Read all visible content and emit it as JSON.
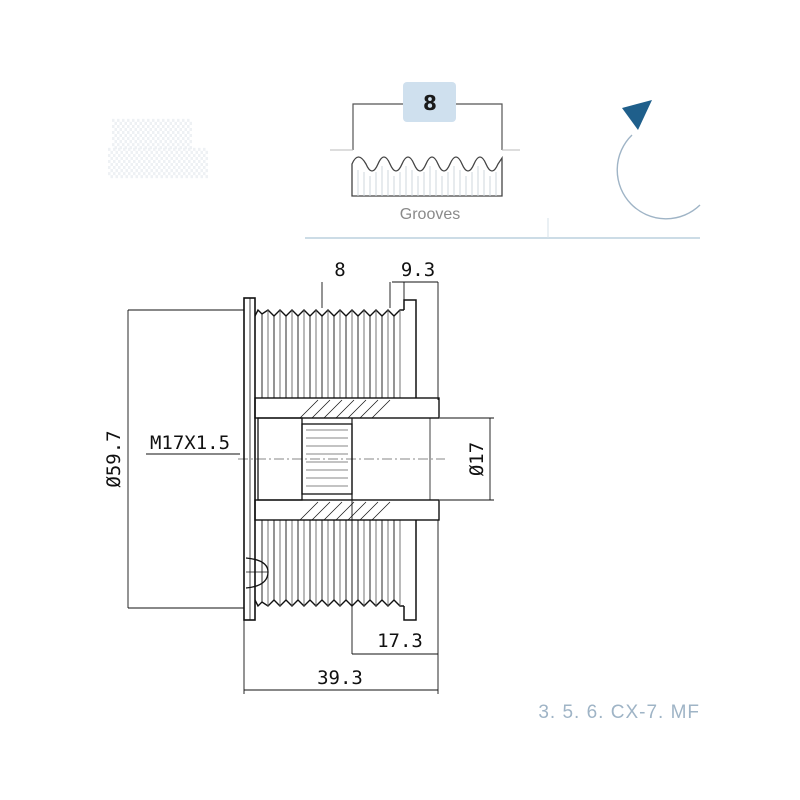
{
  "badge": {
    "value": "8",
    "caption": "Grooves"
  },
  "dimensions": {
    "groove_count": "8",
    "flange_width": "9.3",
    "outer_diameter": "Ø59.7",
    "thread": "M17X1.5",
    "bore_diameter": "Ø17",
    "hub_length": "17.3",
    "total_length": "39.3"
  },
  "model_label": "3. 5. 6. CX-7. MF",
  "colors": {
    "accent": "#1f5f8b",
    "badge_bg": "#cfe0ee",
    "line": "#111111",
    "rule": "#bcd0de",
    "model": "#9fb4c6"
  },
  "icons": {
    "rotation": "rotation-arrow-icon",
    "grooves": "groove-profile-icon"
  }
}
